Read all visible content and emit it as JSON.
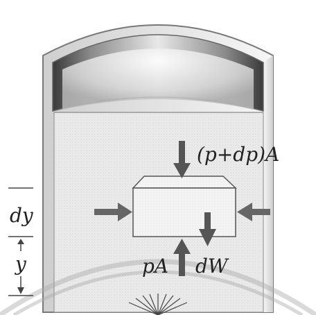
{
  "labels": {
    "top_force": "(p+dp)A",
    "bottom_force": "pA",
    "weight": "dW",
    "dy": "dy",
    "y": "y"
  }
}
